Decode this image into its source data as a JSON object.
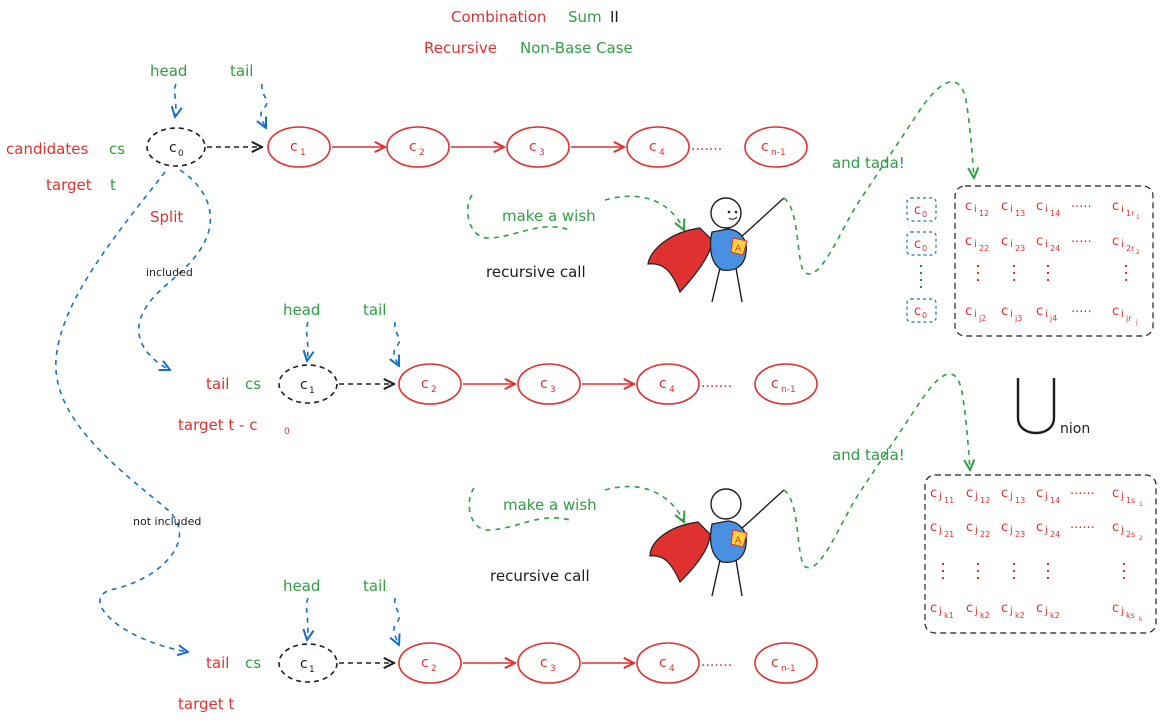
{
  "title": {
    "line1": [
      "Combination",
      "Sum",
      "II"
    ],
    "line2": [
      "Recursive",
      "Non-Base Case"
    ]
  },
  "top": {
    "head": "head",
    "tail": "tail",
    "candidates": "candidates",
    "cs": "cs",
    "target": "target",
    "t": "t",
    "split": "Split",
    "nodes": [
      "c",
      "c",
      "c",
      "c",
      "c",
      "c"
    ],
    "node_subs": [
      "0",
      "1",
      "2",
      "3",
      "4",
      "n-1"
    ],
    "ellipsis": "......."
  },
  "branch_labels": {
    "included": "included",
    "not_included": "not included"
  },
  "middle": {
    "head": "head",
    "tail": "tail",
    "tail_cs": [
      "tail",
      "cs"
    ],
    "target": "target t - c",
    "target_sub": "0",
    "nodes": [
      "c",
      "c",
      "c",
      "c",
      "c"
    ],
    "node_subs": [
      "1",
      "2",
      "3",
      "4",
      "n-1"
    ],
    "ellipsis": "......."
  },
  "bottom": {
    "head": "head",
    "tail": "tail",
    "tail_cs": [
      "tail",
      "cs"
    ],
    "target": "target t",
    "nodes": [
      "c",
      "c",
      "c",
      "c",
      "c"
    ],
    "node_subs": [
      "1",
      "2",
      "3",
      "4",
      "n-1"
    ],
    "ellipsis": "......."
  },
  "wish": {
    "make_a_wish": "make a wish",
    "recursive_call": "recursive call",
    "and_tada": "and tada!",
    "badge": "A"
  },
  "union": {
    "big_u": "U",
    "rest": "nion"
  },
  "result1": {
    "prefix": "c",
    "prefix_sub": "0",
    "rows": [
      {
        "main": "i",
        "subs": [
          "12",
          "13",
          "14"
        ],
        "last": "1r",
        "last_sub": "1"
      },
      {
        "main": "i",
        "subs": [
          "22",
          "23",
          "24"
        ],
        "last": "2r",
        "last_sub": "2"
      },
      {
        "main": "i",
        "subs": [
          "j2",
          "j3",
          "j4"
        ],
        "last": "jr",
        "last_sub": "j"
      }
    ],
    "dots": "....."
  },
  "result2": {
    "rows": [
      {
        "first": "11",
        "subs": [
          "12",
          "13",
          "14"
        ],
        "last": "1s",
        "last_sub": "1"
      },
      {
        "first": "21",
        "subs": [
          "22",
          "23",
          "24"
        ],
        "last": "2s",
        "last_sub": "2"
      },
      {
        "first": "k1",
        "subs": [
          "k2",
          "k2",
          "k2"
        ],
        "last": "ks",
        "last_sub": "k"
      }
    ],
    "main": "j",
    "dots": "......"
  },
  "colors": {
    "red": "#e03131",
    "green": "#2f9e44",
    "blue": "#1971c2",
    "black": "#1e1e1e",
    "hero_blue": "#4a90e2",
    "cape_red": "#e03131",
    "badge_yellow": "#ffd43b"
  }
}
